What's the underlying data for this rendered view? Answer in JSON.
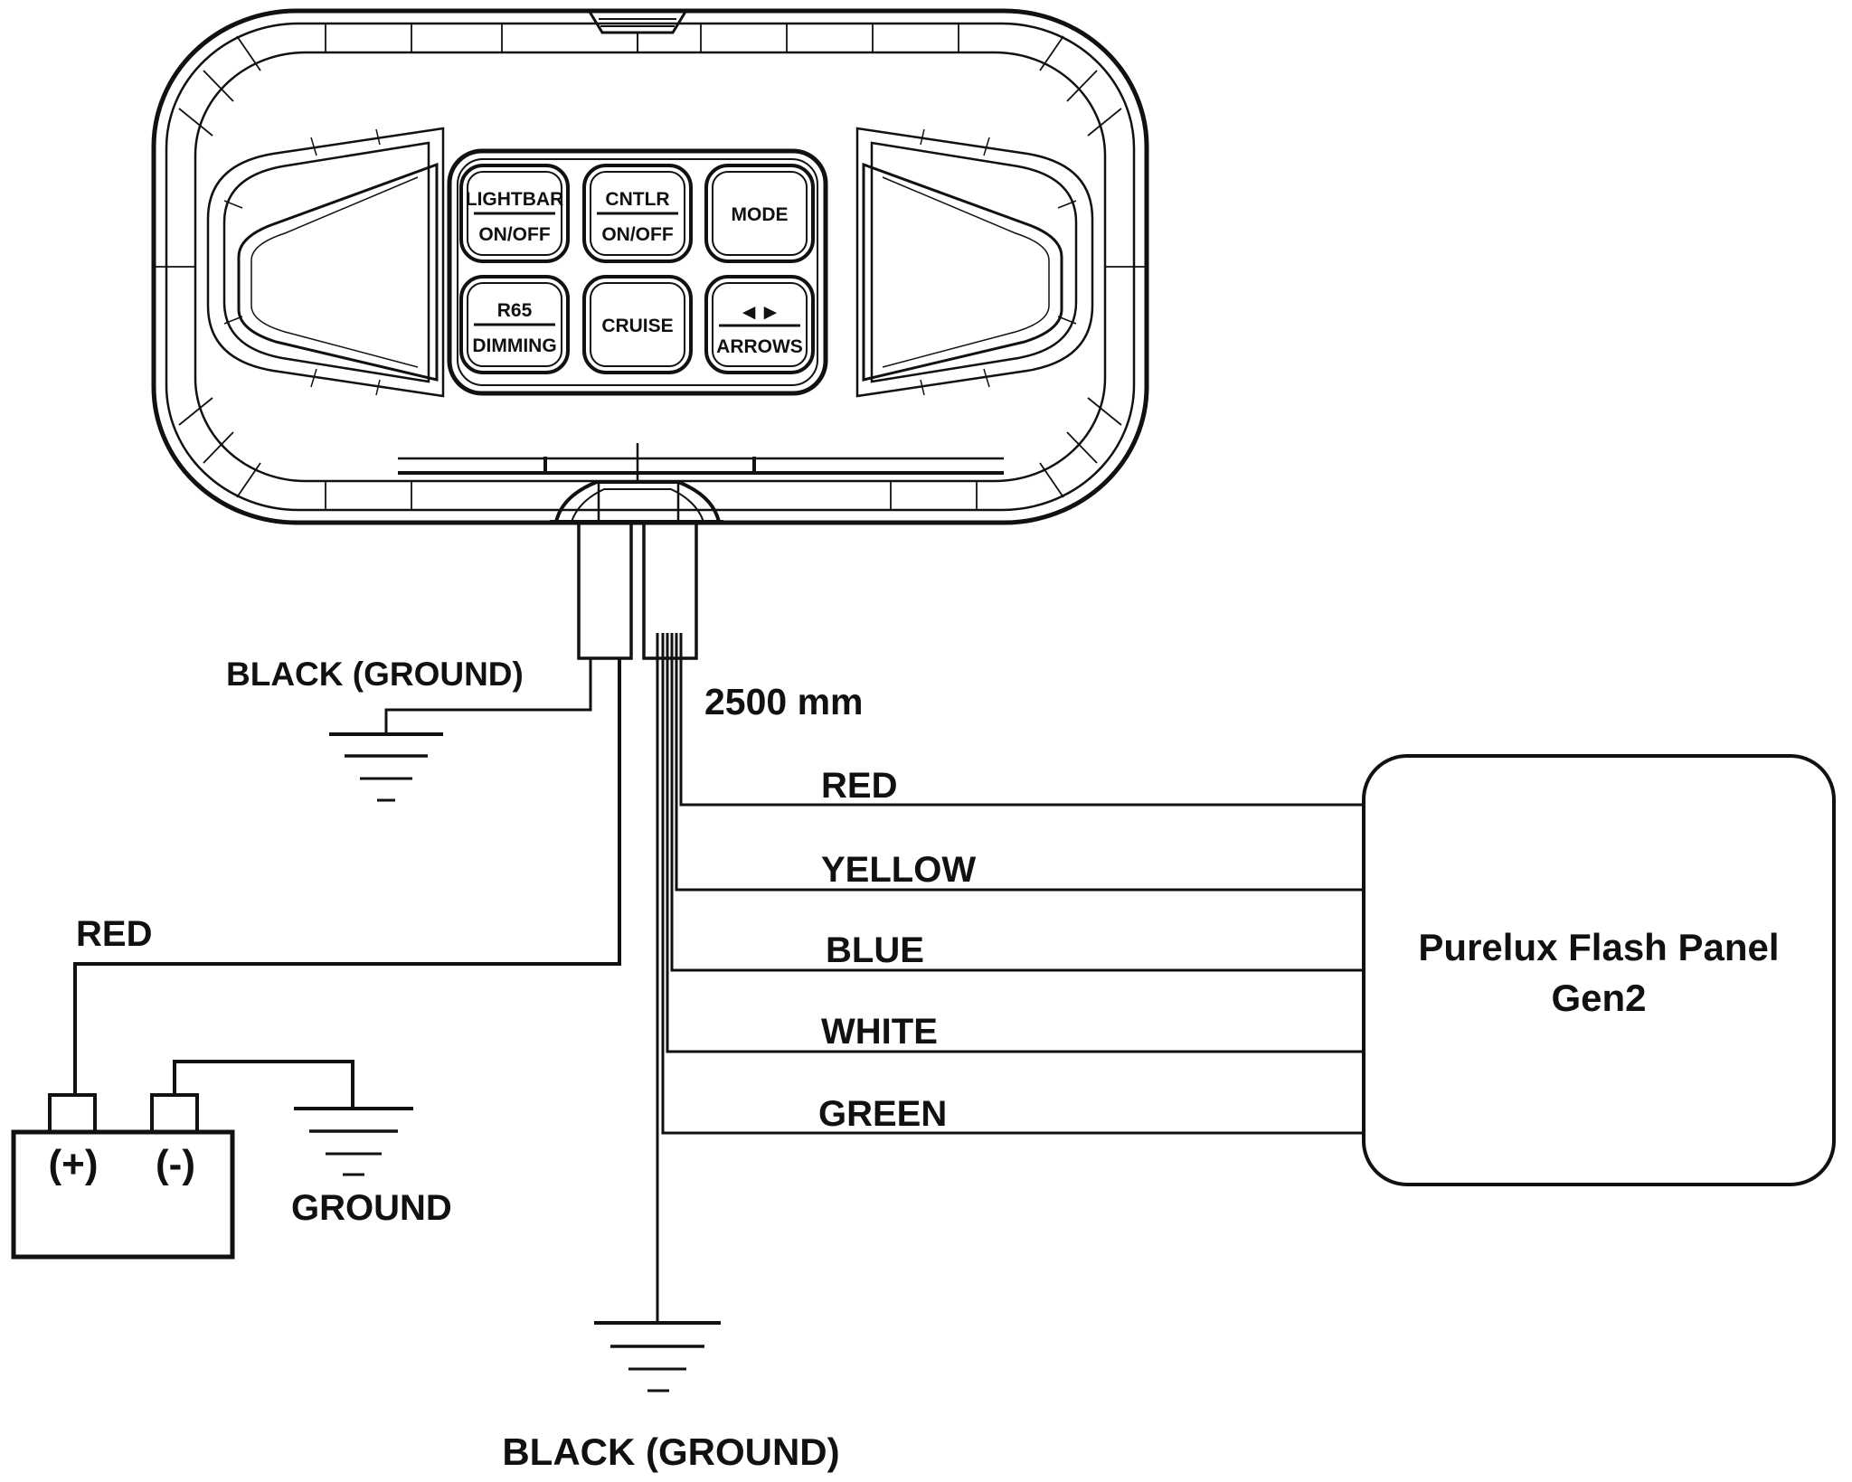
{
  "device": {
    "keypad": {
      "buttons": [
        {
          "id": "lightbar",
          "top": "LIGHTBAR",
          "bottom": "ON/OFF"
        },
        {
          "id": "cntlr",
          "top": "CNTLR",
          "bottom": "ON/OFF"
        },
        {
          "id": "mode",
          "label": "MODE"
        },
        {
          "id": "r65",
          "top": "R65",
          "bottom": "DIMMING"
        },
        {
          "id": "cruise",
          "label": "CRUISE"
        },
        {
          "id": "arrows",
          "top": "◄►",
          "bottom": "ARROWS"
        }
      ]
    }
  },
  "cable": {
    "length": "2500 mm",
    "controller_ground": "BLACK (GROUND)",
    "harness_ground": "BLACK (GROUND)"
  },
  "harness_wires": [
    {
      "label": "RED"
    },
    {
      "label": "YELLOW"
    },
    {
      "label": "BLUE"
    },
    {
      "label": "WHITE"
    },
    {
      "label": "GREEN"
    }
  ],
  "flash_panel": {
    "name_line1": "Purelux Flash Panel",
    "name_line2": "Gen2"
  },
  "battery": {
    "power_wire": "RED",
    "positive": "(+)",
    "negative": "(-)",
    "ground": "GROUND"
  },
  "colors": {
    "line": "#111111",
    "background": "#ffffff"
  }
}
